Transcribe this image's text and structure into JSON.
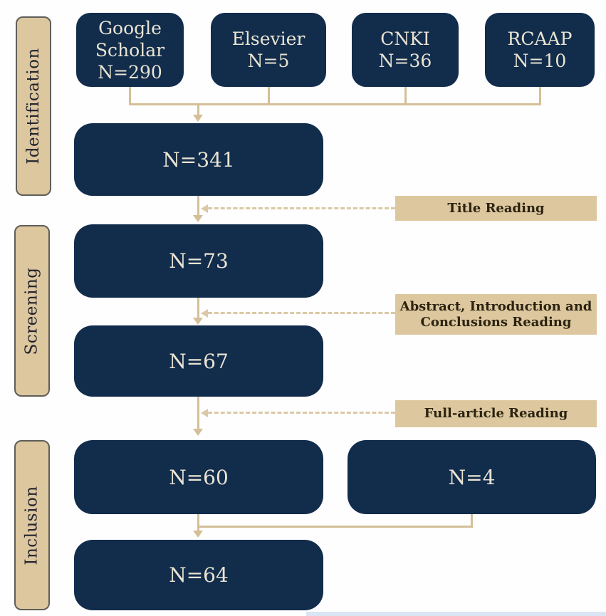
{
  "diagram_type": "literature-selection-flowchart",
  "colors": {
    "box_navy": "#122c4c",
    "box_text_cream": "#e9e4d2",
    "tan_fill": "#ddc79f",
    "tab_border_gray": "#5f5e58",
    "connector_tan": "#d4bf97",
    "dashed_tan": "#dbc9a5",
    "filter_text_dark": "#2b2310",
    "bottom_strip_blue": "#d9e5f2"
  },
  "stages": [
    {
      "label": "Identification"
    },
    {
      "label": "Screening"
    },
    {
      "label": "Inclusion"
    }
  ],
  "sources": [
    {
      "lines": [
        "Google",
        "Scholar",
        "N=290"
      ]
    },
    {
      "lines": [
        "Elsevier",
        "N=5"
      ]
    },
    {
      "lines": [
        "CNKI",
        "N=36"
      ]
    },
    {
      "lines": [
        "RCAAP",
        "N=10"
      ]
    }
  ],
  "totals": {
    "combined": "N=341",
    "after_title_reading": "N=73",
    "after_abstract_reading": "N=67",
    "after_full_reading": "N=60",
    "additional_records": "N=4",
    "final_included": "N=64"
  },
  "filters": [
    {
      "lines": [
        "Title Reading"
      ]
    },
    {
      "lines": [
        "Abstract, Introduction and",
        "Conclusions Reading"
      ]
    },
    {
      "lines": [
        "Full-article Reading"
      ]
    }
  ]
}
